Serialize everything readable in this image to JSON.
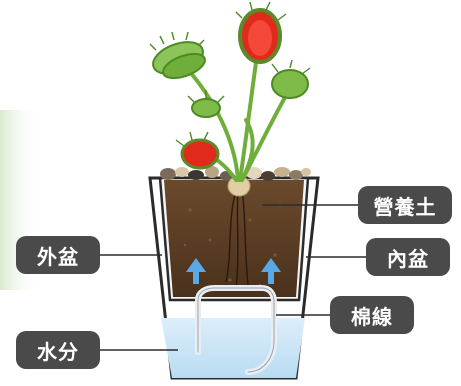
{
  "labels": {
    "outer_pot": "外盆",
    "water": "水分",
    "potting_soil": "營養土",
    "inner_pot": "內盆",
    "wick": "棉線"
  },
  "colors": {
    "label_bg": "#4a4a4a",
    "label_text": "#ffffff",
    "soil": "#5a3d24",
    "water": "#cfe6f5",
    "plant_green": "#6fae3a",
    "trap_red": "#e02a1c",
    "arrow_blue": "#5aa9e6",
    "pot_outline": "#2b2b2b"
  },
  "icons": [
    "venus-flytrap-plant-icon",
    "up-arrow-icon"
  ]
}
